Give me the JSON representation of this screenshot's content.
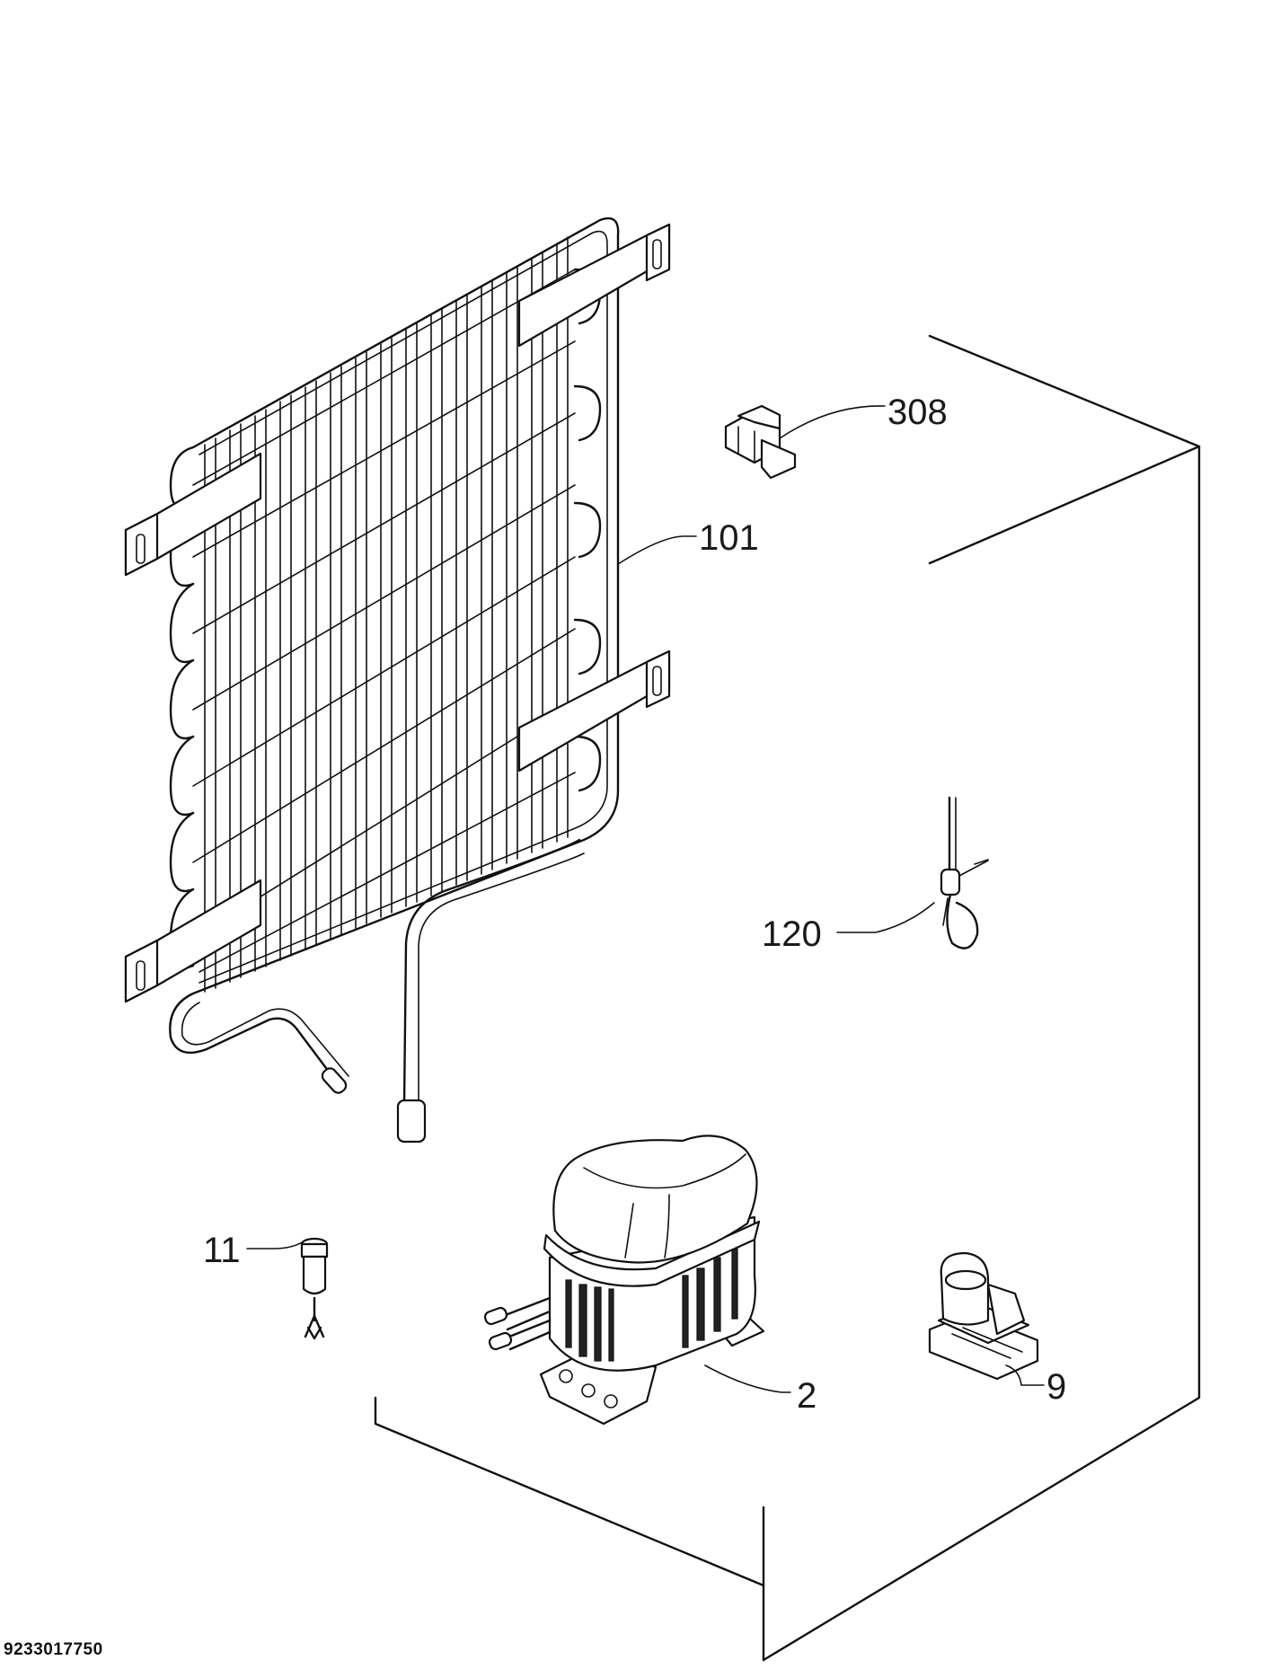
{
  "document_number": "9233017750",
  "callouts": {
    "c308": "308",
    "c101": "101",
    "c120": "120",
    "c11": "11",
    "c2": "2",
    "c9": "9"
  },
  "colors": {
    "line": "#111111",
    "background": "#ffffff"
  }
}
